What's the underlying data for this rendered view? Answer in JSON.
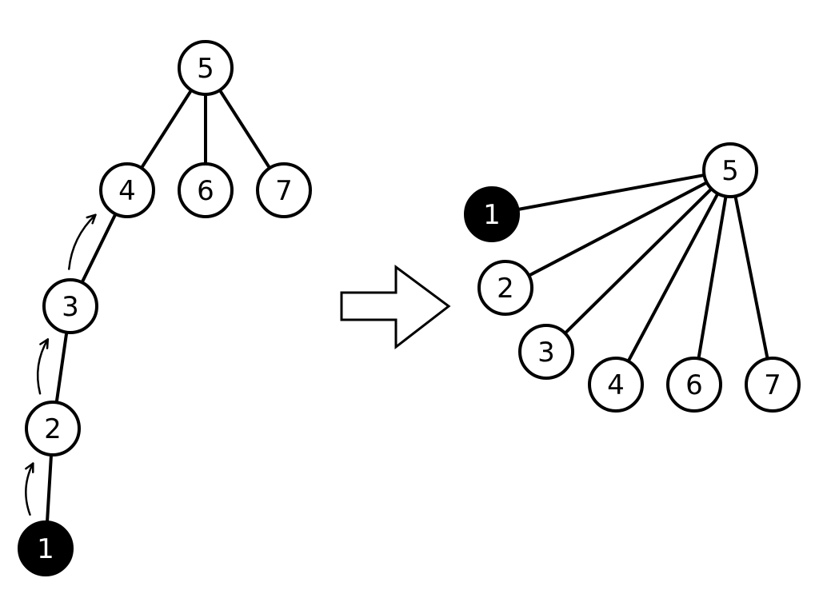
{
  "colors": {
    "stroke": "#000000",
    "node_fill": "#ffffff",
    "highlight_fill": "#000000",
    "highlight_text": "#ffffff",
    "text": "#000000"
  },
  "before_tree": {
    "nodes": [
      {
        "id": "1",
        "label": "1",
        "highlighted": true
      },
      {
        "id": "2",
        "label": "2",
        "highlighted": false
      },
      {
        "id": "3",
        "label": "3",
        "highlighted": false
      },
      {
        "id": "4",
        "label": "4",
        "highlighted": false
      },
      {
        "id": "5",
        "label": "5",
        "highlighted": false
      },
      {
        "id": "6",
        "label": "6",
        "highlighted": false
      },
      {
        "id": "7",
        "label": "7",
        "highlighted": false
      }
    ],
    "edges": [
      [
        "1",
        "2"
      ],
      [
        "2",
        "3"
      ],
      [
        "3",
        "4"
      ],
      [
        "4",
        "5"
      ],
      [
        "5",
        "6"
      ],
      [
        "5",
        "7"
      ]
    ],
    "traversal_arrows": [
      [
        "1",
        "2"
      ],
      [
        "2",
        "3"
      ],
      [
        "3",
        "4"
      ]
    ]
  },
  "after_tree": {
    "nodes": [
      {
        "id": "5",
        "label": "5",
        "highlighted": false
      },
      {
        "id": "1",
        "label": "1",
        "highlighted": true
      },
      {
        "id": "2",
        "label": "2",
        "highlighted": false
      },
      {
        "id": "3",
        "label": "3",
        "highlighted": false
      },
      {
        "id": "4",
        "label": "4",
        "highlighted": false
      },
      {
        "id": "6",
        "label": "6",
        "highlighted": false
      },
      {
        "id": "7",
        "label": "7",
        "highlighted": false
      }
    ],
    "edges": [
      [
        "5",
        "1"
      ],
      [
        "5",
        "2"
      ],
      [
        "5",
        "3"
      ],
      [
        "5",
        "4"
      ],
      [
        "5",
        "6"
      ],
      [
        "5",
        "7"
      ]
    ]
  },
  "transition_arrow_icon": "right-arrow-icon"
}
